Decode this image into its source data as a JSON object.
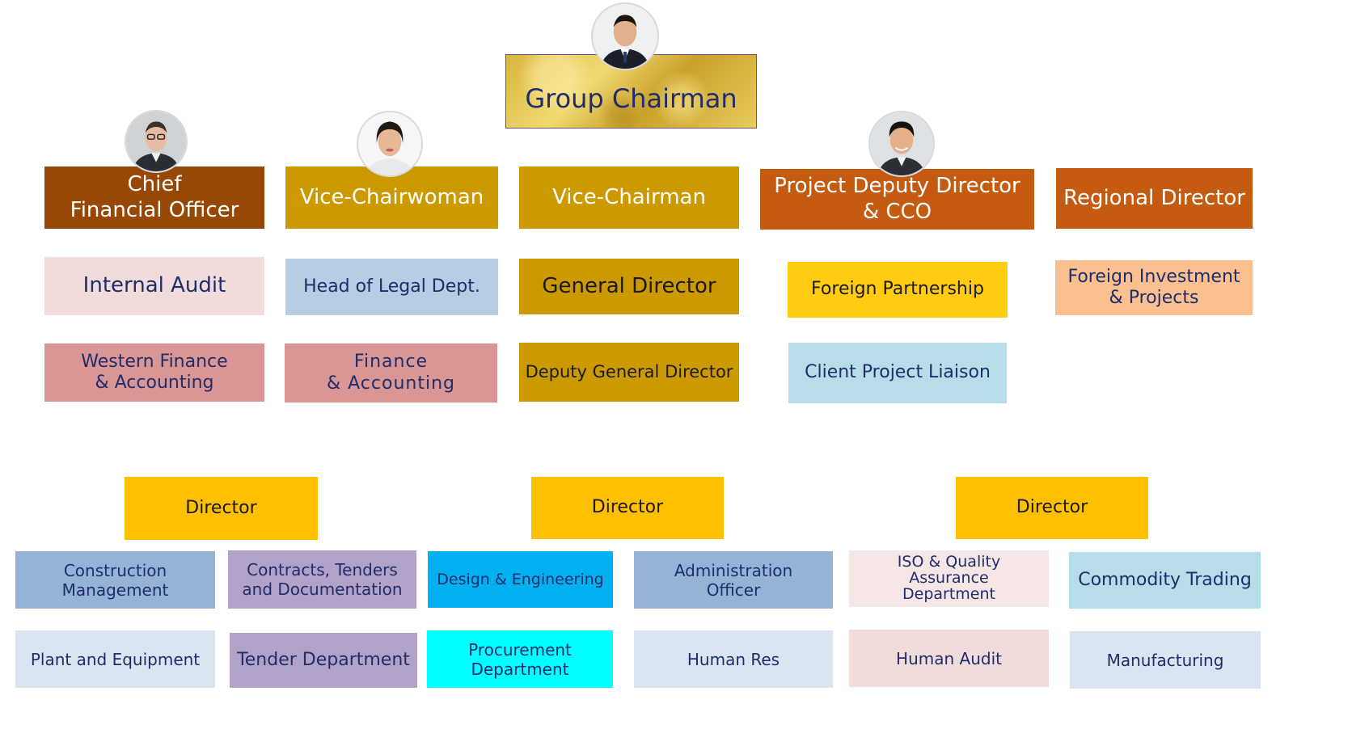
{
  "nodes": {
    "group_chairman": "Group Chairman",
    "cfo": "Chief\nFinancial Officer",
    "vice_chairwoman": "Vice-Chairwoman",
    "vice_chairman": "Vice-Chairman",
    "project_deputy_director": "Project Deputy Director\n& CCO",
    "regional_director": "Regional Director",
    "internal_audit": "Internal Audit",
    "head_legal": "Head of Legal Dept.",
    "general_director": "General Director",
    "foreign_partnership": "Foreign Partnership",
    "foreign_investment": "Foreign Investment\n& Projects",
    "western_finance": "Western Finance\n& Accounting",
    "finance_accounting": "Finance\n&  Accounting",
    "deputy_general_director": "Deputy  General Director",
    "client_project_liaison": "Client Project Liaison",
    "director_1": "Director",
    "director_2": "Director",
    "director_3": "Director",
    "construction_management": "Construction\nManagement",
    "contracts_tenders": "Contracts, Tenders\nand Documentation",
    "design_engineering": "Design & Engineering",
    "administration_officer": "Administration\nOfficer",
    "iso_quality": "ISO & Quality\nAssurance\nDepartment",
    "commodity_trading": "Commodity Trading",
    "plant_equipment": "Plant and Equipment",
    "tender_department": "Tender Department",
    "procurement_department": "Procurement\nDepartment",
    "human_res": "Human Res",
    "human_audit": "Human Audit",
    "manufacturing": "Manufacturing"
  },
  "colors": {
    "gold_foil": "#e0c050",
    "cfo_brown": "#974706",
    "mustard": "#cc9a00",
    "orange": "#c55a11",
    "yellow": "#ffc000",
    "pale_pink": "#f2dcdb",
    "light_blue": "#b8cce4",
    "rose": "#d99694",
    "cyan_light": "#b7dde8",
    "peach": "#fac090",
    "steel_blue": "#95b3d7",
    "lavender": "#b3a2c7",
    "bright_blue": "#00b0f0",
    "aqua": "#00ffff",
    "pale_blue": "#dbe5f1",
    "very_pale_pink": "#f7e6e6",
    "navy_text": "#1f2d6b"
  }
}
